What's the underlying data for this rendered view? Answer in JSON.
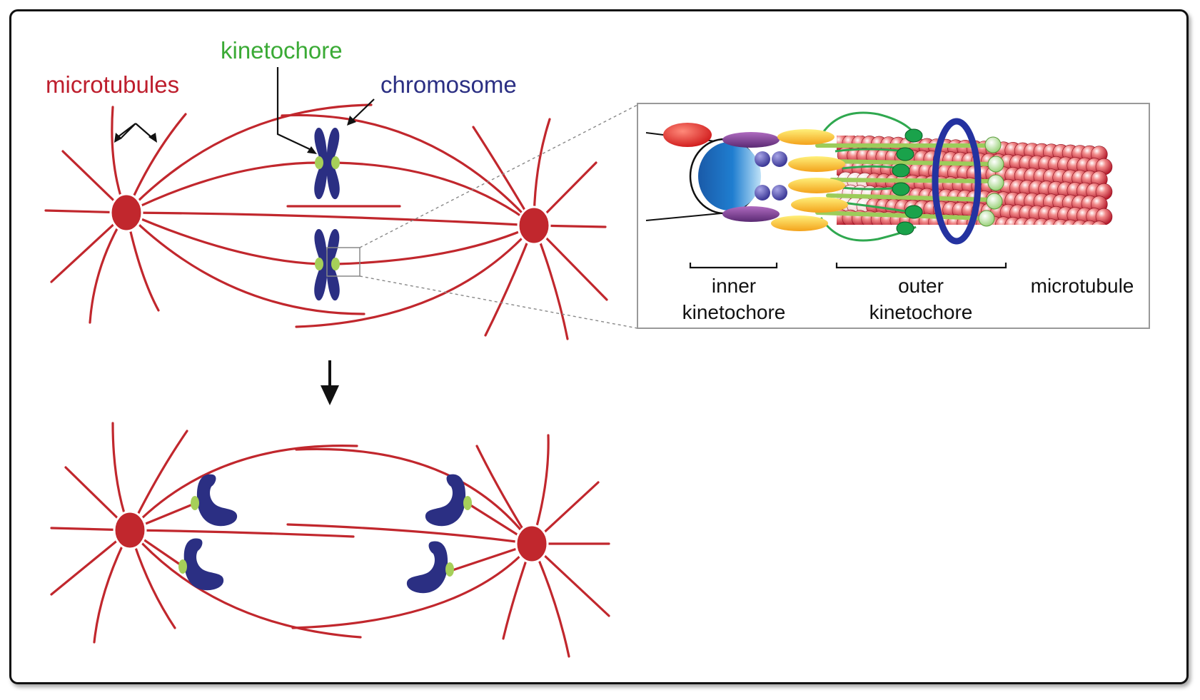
{
  "labels": {
    "microtubules": "microtubules",
    "kinetochore": "kinetochore",
    "chromosome": "chromosome",
    "inner_line1": "inner",
    "inner_line2": "kinetochore",
    "outer_line1": "outer",
    "outer_line2": "kinetochore",
    "microtubule": "microtubule"
  },
  "colors": {
    "microtubule_red": "#c1272d",
    "kinetochore_green": "#3aaa35",
    "chromosome_blue": "#2b2f83",
    "label_red": "#be1e2d"
  }
}
